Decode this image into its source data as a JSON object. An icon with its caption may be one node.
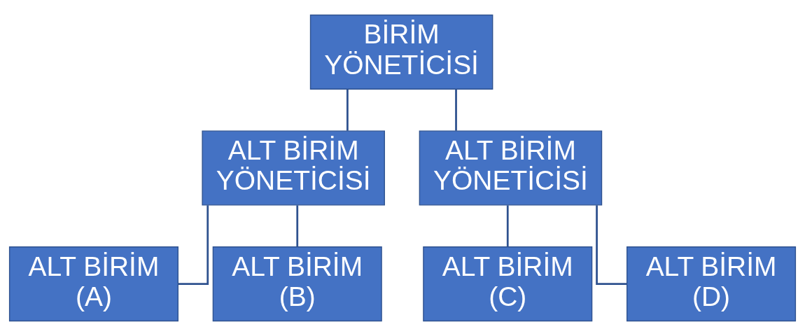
{
  "diagram": {
    "nodes": [
      {
        "text": [
          "BİRİM YÖNETİCİSİ"
        ]
      },
      {
        "text": [
          "ALT BİRİM YÖNETİCİSİ"
        ]
      },
      {
        "text": [
          "ALT BİRİM YÖNETİCİSİ"
        ]
      },
      {
        "text": [
          "ALT BİRİM (A)"
        ]
      },
      {
        "text": [
          "ALT BİRİM (B)"
        ]
      },
      {
        "text": [
          "ALT BİRİM (C)"
        ]
      },
      {
        "text": [
          "ALT BİRİM (D)"
        ]
      }
    ],
    "edges": [
      {
        "from": 0,
        "to": 1,
        "arrow": "none"
      },
      {
        "from": 0,
        "to": 2,
        "arrow": "none"
      },
      {
        "from": 1,
        "to": 3,
        "arrow": "none"
      },
      {
        "from": 1,
        "to": 4,
        "arrow": "none"
      },
      {
        "from": 2,
        "to": 5,
        "arrow": "none"
      },
      {
        "from": 2,
        "to": 6,
        "arrow": "none"
      }
    ]
  }
}
